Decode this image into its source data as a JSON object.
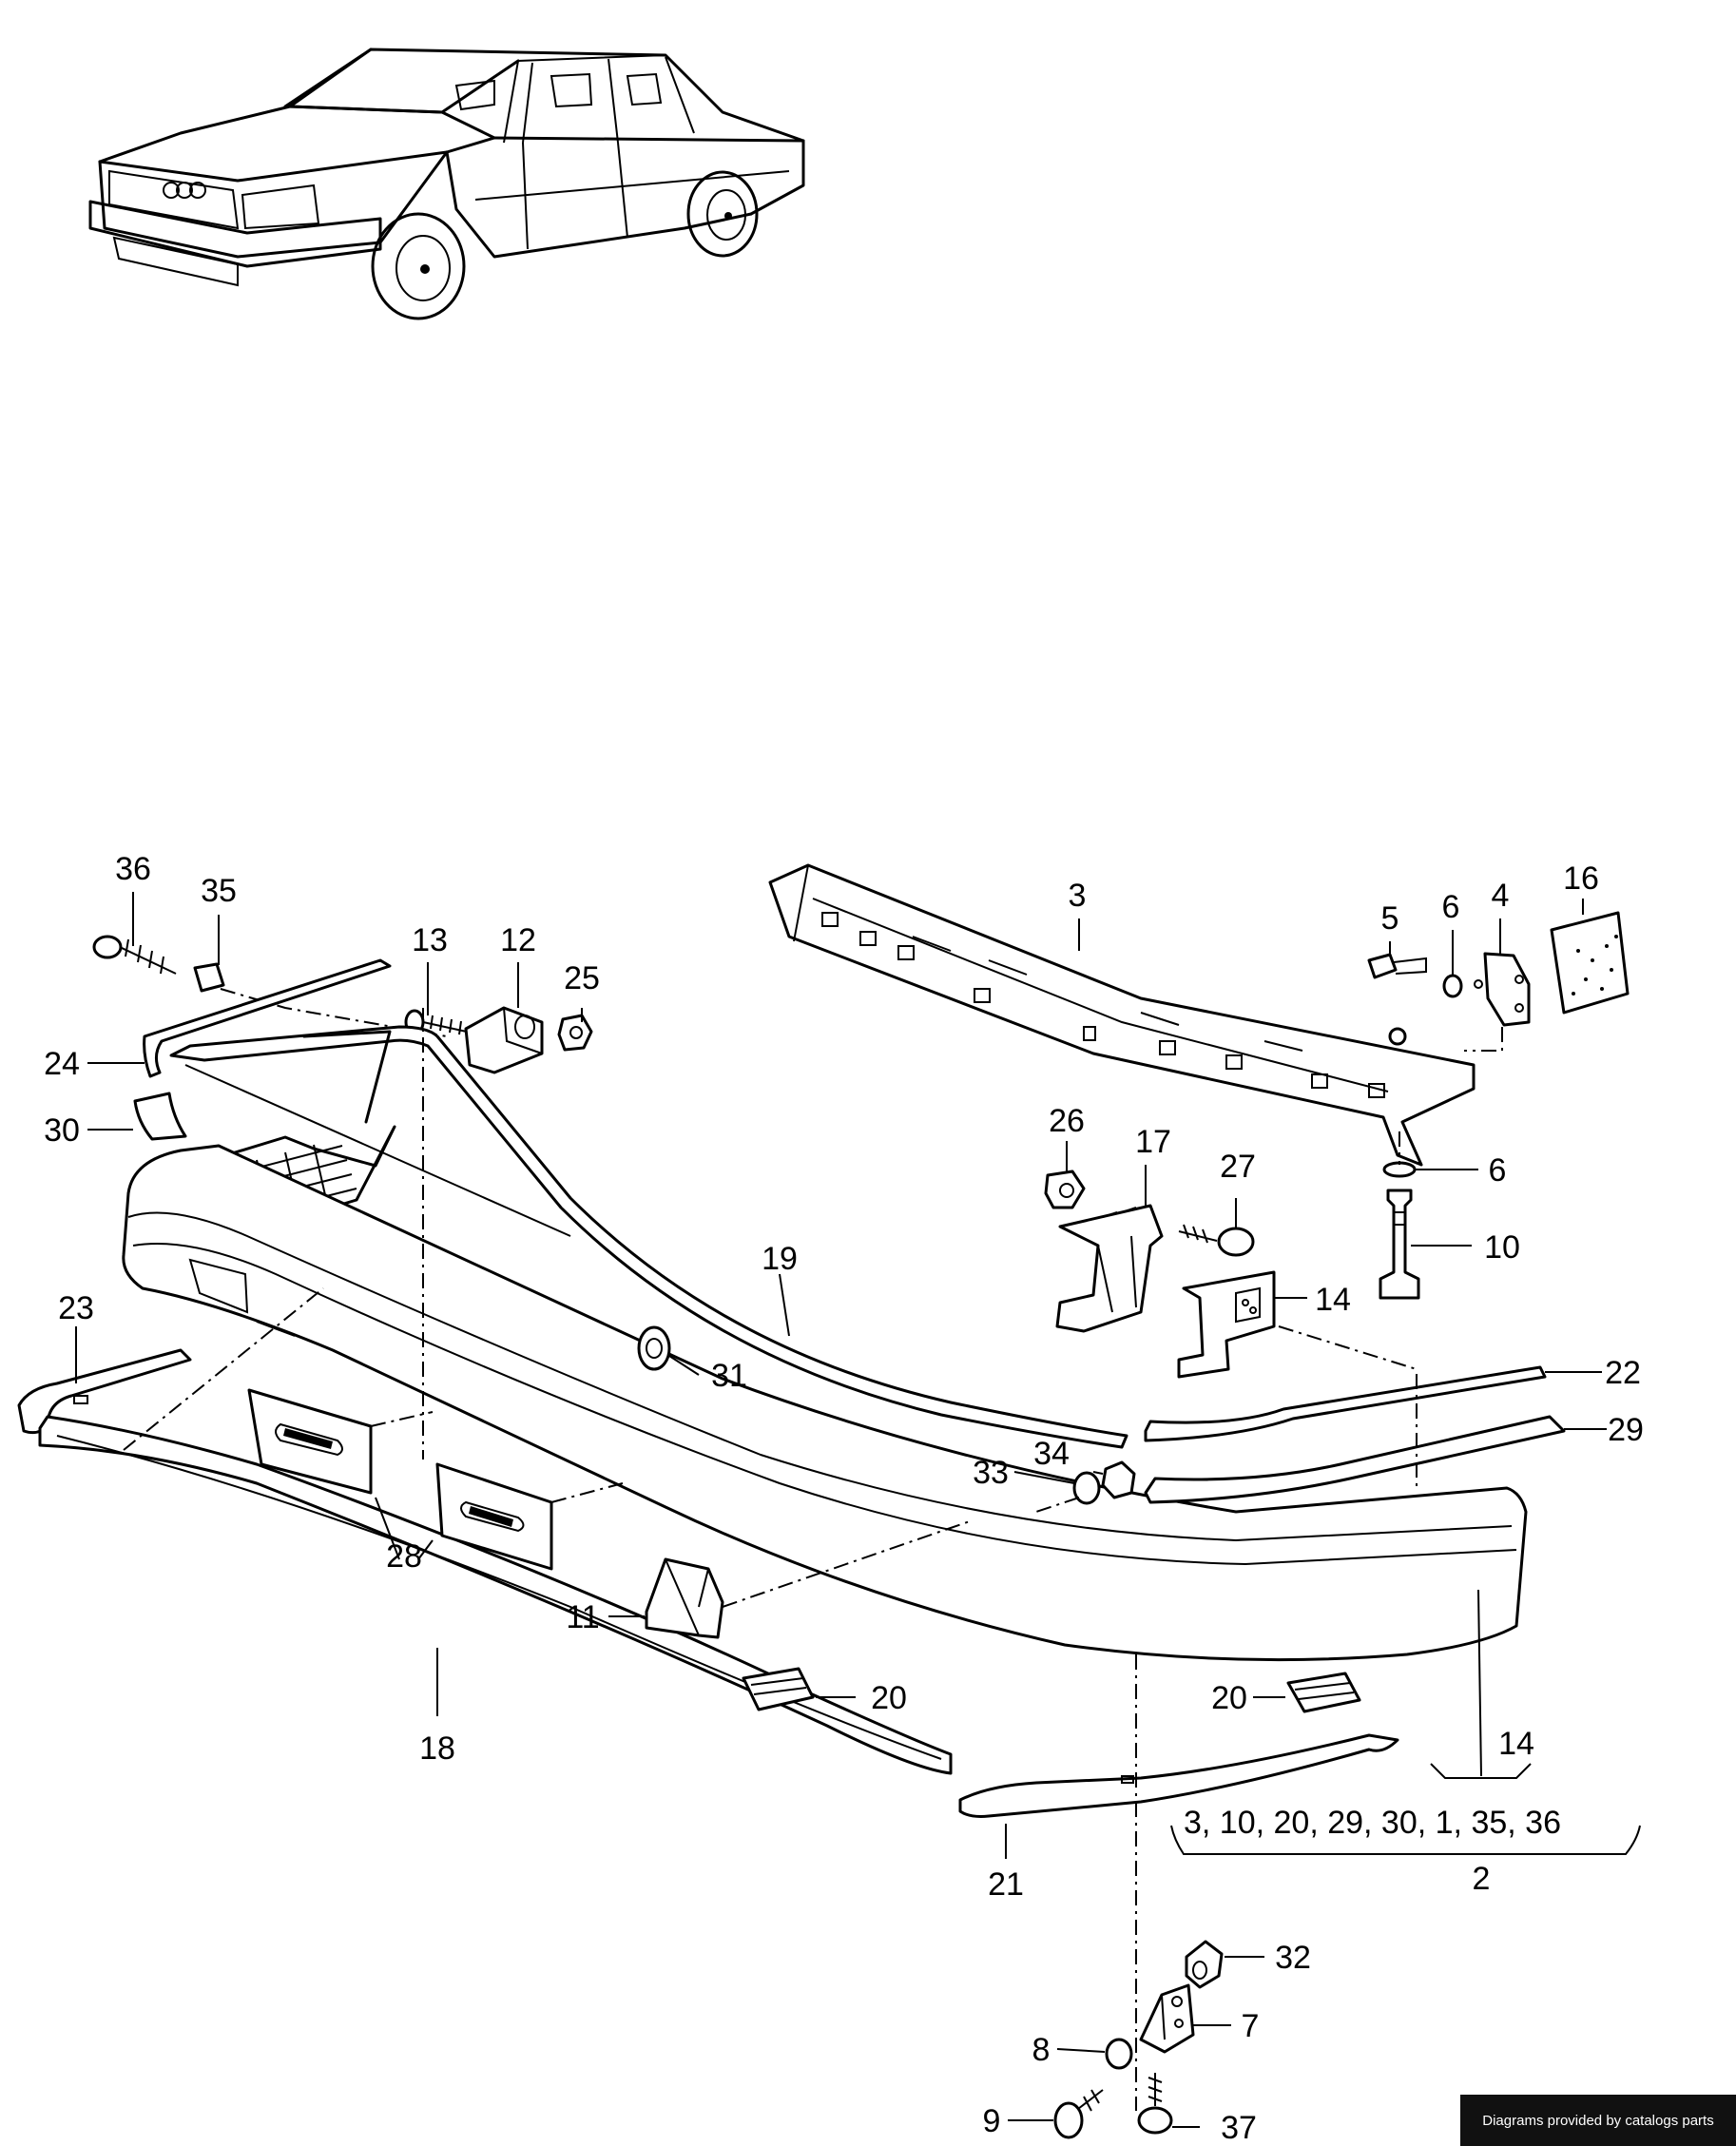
{
  "callouts": {
    "c36": "36",
    "c35": "35",
    "c13": "13",
    "c12": "12",
    "c25": "25",
    "c24": "24",
    "c30": "30",
    "c3": "3",
    "c5": "5",
    "c6a": "6",
    "c4": "4",
    "c16": "16",
    "c6b": "6",
    "c26": "26",
    "c17": "17",
    "c27": "27",
    "c10": "10",
    "c14a": "14",
    "c19": "19",
    "c23": "23",
    "c31": "31",
    "c22": "22",
    "c29": "29",
    "c34": "34",
    "c33": "33",
    "c28": "28",
    "c11": "11",
    "c20a": "20",
    "c20b": "20",
    "c18": "18",
    "c14b": "14",
    "c21": "21",
    "c2": "2",
    "c32": "32",
    "c7": "7",
    "c8": "8",
    "c9": "9",
    "c37": "37"
  },
  "kit": {
    "contents": "3, 10, 20, 29, 30, 1, 35, 36",
    "number": "2"
  },
  "watermark": "Diagrams provided by catalogs parts"
}
